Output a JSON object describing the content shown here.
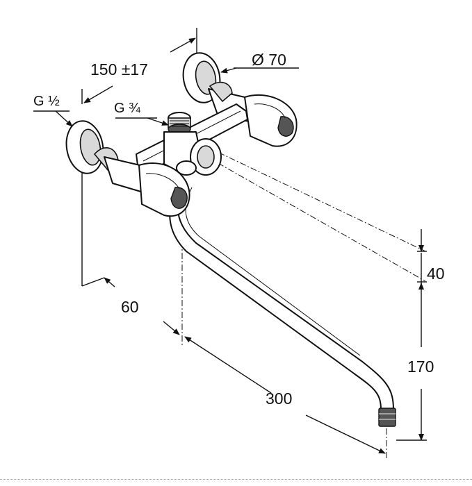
{
  "dimensions": {
    "spacing": "150 ±17",
    "diameter": "Ø 70",
    "inlet_thread": "G ½",
    "outlet_thread": "G ¾",
    "wall_offset": "60",
    "spout_length": "300",
    "height_small": "40",
    "height_large": "170"
  }
}
